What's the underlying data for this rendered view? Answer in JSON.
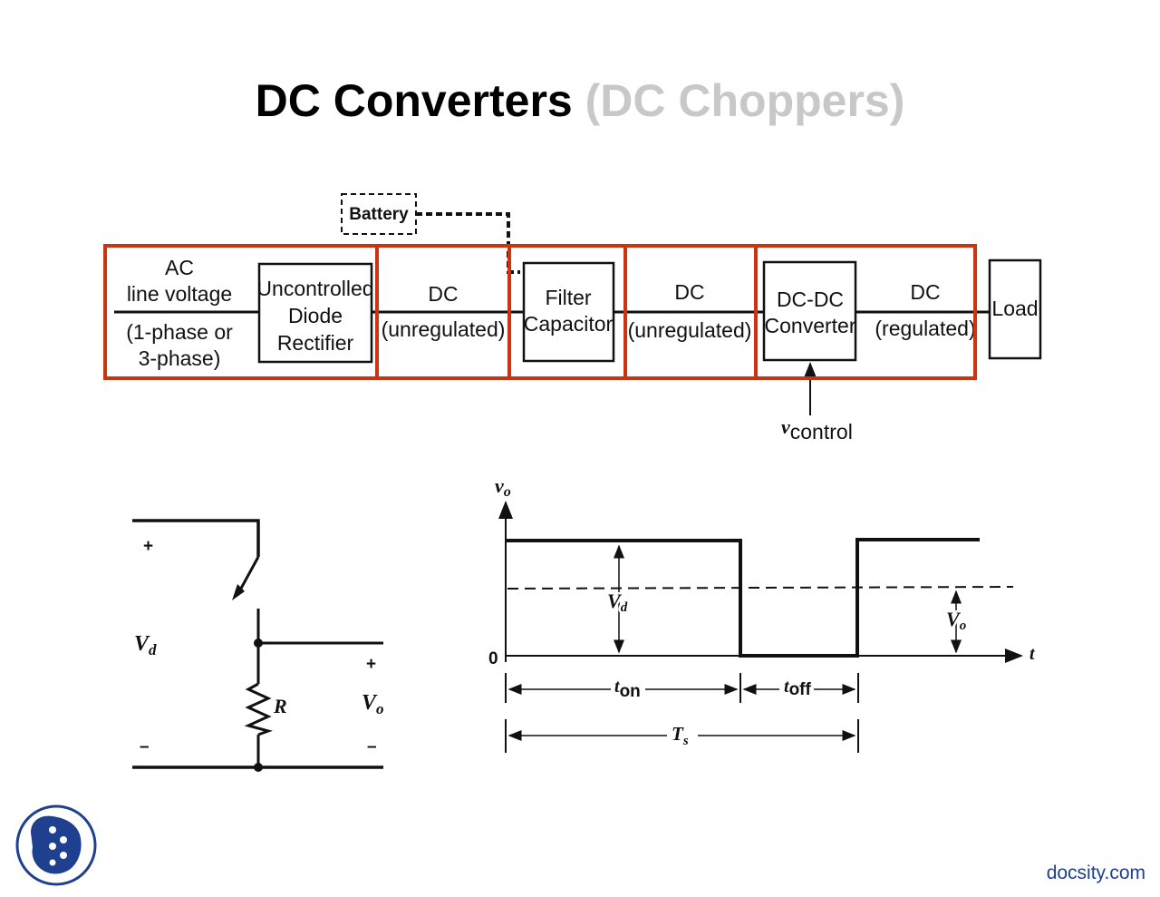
{
  "slide": {
    "title_main": "DC Converters",
    "title_sub": "(DC Choppers)",
    "footer_text": "docsity.com"
  },
  "colors": {
    "highlight_box": "#cc3311",
    "subtitle_gray": "#c8c8c8",
    "logo_blue": "#1f3f8f",
    "line": "#111111"
  },
  "block_diagram": {
    "battery": "Battery",
    "ac_source": [
      "AC",
      "line voltage",
      "(1-phase or",
      "3-phase)"
    ],
    "rectifier": [
      "Uncontrolled",
      "Diode",
      "Rectifier"
    ],
    "dc_unregulated_1": [
      "DC",
      "(unregulated)"
    ],
    "filter": [
      "Filter",
      "Capacitor"
    ],
    "dc_unregulated_2": [
      "DC",
      "(unregulated)"
    ],
    "converter": [
      "DC-DC",
      "Converter"
    ],
    "dc_regulated": [
      "DC",
      "(regulated)"
    ],
    "load": "Load",
    "control_v": "v",
    "control_sub": "control"
  },
  "circuit": {
    "plus_left": "+",
    "minus_left": "–",
    "vd_main": "V",
    "vd_sub": "d",
    "r_label": "R",
    "plus_right": "+",
    "minus_right": "–",
    "vo_main": "V",
    "vo_sub": "o"
  },
  "waveform": {
    "y_axis_main": "v",
    "y_axis_sub": "o",
    "x_axis": "t",
    "zero": "0",
    "vd_main": "V",
    "vd_sub": "d",
    "vo_main": "V",
    "vo_sub": "o",
    "ton_main": "t",
    "ton_sub": "on",
    "toff_main": "t",
    "toff_sub": "off",
    "ts_main": "T",
    "ts_sub": "s"
  }
}
